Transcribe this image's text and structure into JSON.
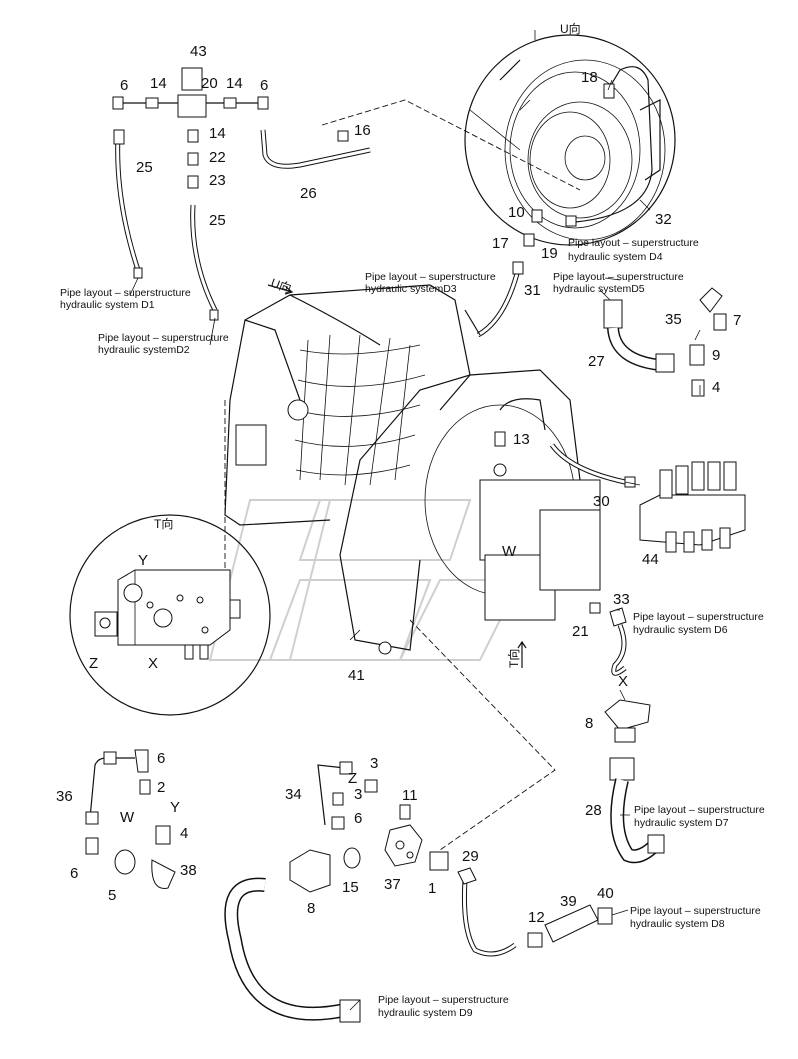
{
  "figure": {
    "views": {
      "u": "U向",
      "t": "T向",
      "u_arrow": "U向",
      "t_arrow": "T向"
    },
    "callouts": [
      {
        "id": "c43",
        "label": "43"
      },
      {
        "id": "c6a",
        "label": "6"
      },
      {
        "id": "c14a",
        "label": "14"
      },
      {
        "id": "c20",
        "label": "20"
      },
      {
        "id": "c14b",
        "label": "14"
      },
      {
        "id": "c6b",
        "label": "6"
      },
      {
        "id": "c14c",
        "label": "14"
      },
      {
        "id": "c22",
        "label": "22"
      },
      {
        "id": "c23",
        "label": "23"
      },
      {
        "id": "c25a",
        "label": "25"
      },
      {
        "id": "c25b",
        "label": "25"
      },
      {
        "id": "c16",
        "label": "16"
      },
      {
        "id": "c26",
        "label": "26"
      },
      {
        "id": "c18",
        "label": "18"
      },
      {
        "id": "c10",
        "label": "10"
      },
      {
        "id": "c32",
        "label": "32"
      },
      {
        "id": "c17",
        "label": "17"
      },
      {
        "id": "c19",
        "label": "19"
      },
      {
        "id": "c31",
        "label": "31"
      },
      {
        "id": "c35",
        "label": "35"
      },
      {
        "id": "c7",
        "label": "7"
      },
      {
        "id": "c27",
        "label": "27"
      },
      {
        "id": "c9",
        "label": "9"
      },
      {
        "id": "c4a",
        "label": "4"
      },
      {
        "id": "c13",
        "label": "13"
      },
      {
        "id": "c30",
        "label": "30"
      },
      {
        "id": "c44",
        "label": "44"
      },
      {
        "id": "c33",
        "label": "33"
      },
      {
        "id": "c21",
        "label": "21"
      },
      {
        "id": "c41",
        "label": "41"
      },
      {
        "id": "c8a",
        "label": "8"
      },
      {
        "id": "c28",
        "label": "28"
      },
      {
        "id": "c36",
        "label": "36"
      },
      {
        "id": "c6c",
        "label": "6"
      },
      {
        "id": "c2",
        "label": "2"
      },
      {
        "id": "c4b",
        "label": "4"
      },
      {
        "id": "c6d",
        "label": "6"
      },
      {
        "id": "c5",
        "label": "5"
      },
      {
        "id": "c38",
        "label": "38"
      },
      {
        "id": "c34",
        "label": "34"
      },
      {
        "id": "c3a",
        "label": "3"
      },
      {
        "id": "c3b",
        "label": "3"
      },
      {
        "id": "c6e",
        "label": "6"
      },
      {
        "id": "c11",
        "label": "11"
      },
      {
        "id": "c15",
        "label": "15"
      },
      {
        "id": "c8b",
        "label": "8"
      },
      {
        "id": "c37",
        "label": "37"
      },
      {
        "id": "c1",
        "label": "1"
      },
      {
        "id": "c29",
        "label": "29"
      },
      {
        "id": "c12",
        "label": "12"
      },
      {
        "id": "c39",
        "label": "39"
      },
      {
        "id": "c40",
        "label": "40"
      }
    ],
    "port_letters": [
      {
        "id": "pY1",
        "label": "Y"
      },
      {
        "id": "pZ1",
        "label": "Z"
      },
      {
        "id": "pX1",
        "label": "X"
      },
      {
        "id": "pW1",
        "label": "W"
      },
      {
        "id": "pX2",
        "label": "X"
      },
      {
        "id": "pW2",
        "label": "W"
      },
      {
        "id": "pY2",
        "label": "Y"
      },
      {
        "id": "pZ2",
        "label": "Z"
      }
    ],
    "captions": [
      {
        "id": "d1",
        "line1": "Pipe layout – superstructure",
        "line2": "hydraulic system D1"
      },
      {
        "id": "d2",
        "line1": "Pipe layout – superstructure",
        "line2": "hydraulic systemD2"
      },
      {
        "id": "d3",
        "line1": "Pipe layout – superstructure",
        "line2": "hydraulic systemD3"
      },
      {
        "id": "d4",
        "line1": "Pipe layout – superstructure",
        "line2": "hydraulic system  D4"
      },
      {
        "id": "d5",
        "line1": "Pipe layout – superstructure",
        "line2": "hydraulic systemD5"
      },
      {
        "id": "d6",
        "line1": "Pipe layout – superstructure",
        "line2": "hydraulic system D6"
      },
      {
        "id": "d7",
        "line1": "Pipe layout – superstructure",
        "line2": "hydraulic system D7"
      },
      {
        "id": "d8",
        "line1": "Pipe layout – superstructure",
        "line2": "hydraulic system D8"
      },
      {
        "id": "d9",
        "line1": "Pipe layout – superstructure",
        "line2": "hydraulic system D9"
      }
    ]
  }
}
